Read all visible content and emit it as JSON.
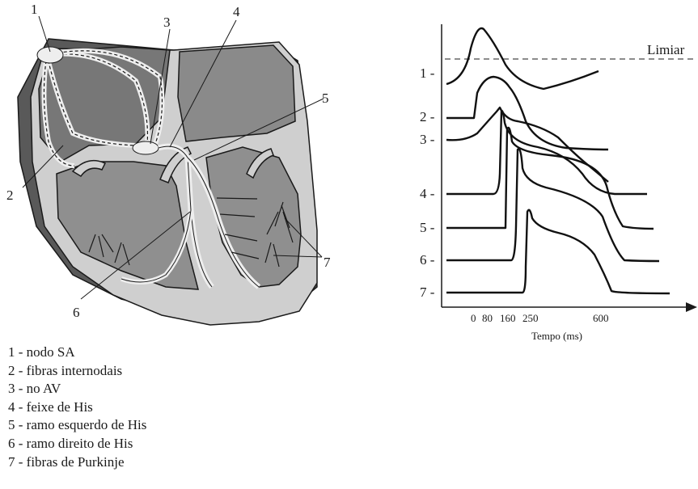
{
  "heart": {
    "callouts": [
      "1",
      "2",
      "3",
      "4",
      "5",
      "6",
      "7"
    ]
  },
  "graph": {
    "threshold_label": "Limiar",
    "x_axis_title": "Tempo (ms)",
    "curve_labels": [
      "1 -",
      "2 -",
      "3 -",
      "4 -",
      "5 -",
      "6 -",
      "7 -"
    ],
    "x_tick_labels": [
      "0",
      "80",
      "160",
      "250",
      "600"
    ]
  },
  "legend": {
    "items": [
      "1 - nodo SA",
      "2 - fibras internodais",
      "3 - no AV",
      "4 - feixe de His",
      "5 - ramo esquerdo de His",
      "6 - ramo direito de His",
      "7 - fibras de Purkinje"
    ]
  }
}
